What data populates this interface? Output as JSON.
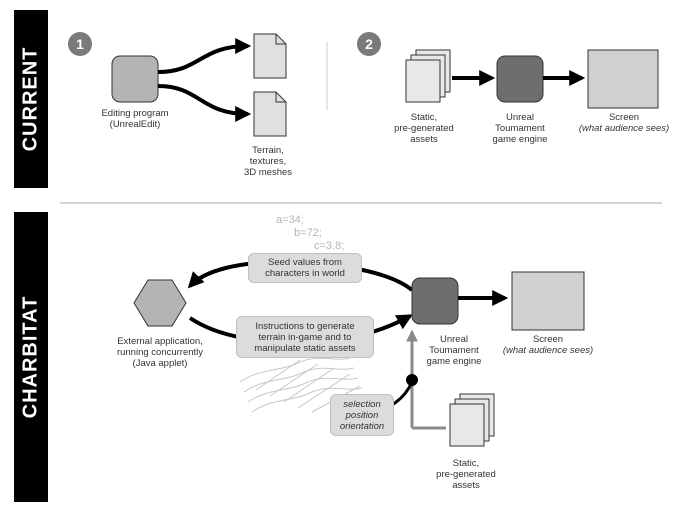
{
  "sections": {
    "current": "CURRENT",
    "charbitat": "CHARBITAT"
  },
  "steps": {
    "one": "1",
    "two": "2"
  },
  "current": {
    "editing_line1": "Editing program",
    "editing_line2": "(UnrealEdit)",
    "terrain_line1": "Terrain,",
    "terrain_line2": "textures,",
    "terrain_line3": "3D meshes",
    "static_line1": "Static,",
    "static_line2": "pre-generated",
    "static_line3": "assets",
    "engine_line1": "Unreal",
    "engine_line2": "Toumament",
    "engine_line3": "game engine",
    "screen_line1": "Screen",
    "screen_line2": "(what audience sees)"
  },
  "charbitat": {
    "seed_a": "a=34;",
    "seed_b": "b=72;",
    "seed_c": "c=3.8;",
    "seed_box_line1": "Seed values from",
    "seed_box_line2": "characters in world",
    "instr_line1": "Instructions to generate",
    "instr_line2": "terrain in-game and to",
    "instr_line3": "manipulate static assets",
    "ext_line1": "External application,",
    "ext_line2": "running concurrently",
    "ext_line3": "(Java applet)",
    "engine_line1": "Unreal",
    "engine_line2": "Toumament",
    "engine_line3": "game engine",
    "screen_line1": "Screen",
    "screen_line2": "(what audience sees)",
    "sel_line1": "selection",
    "sel_line2": "position",
    "sel_line3": "orientation",
    "static_line1": "Static,",
    "static_line2": "pre-generated",
    "static_line3": "assets"
  },
  "colors": {
    "band": "#000000",
    "box_light": "#b4b4b4",
    "box_dark": "#6e6e6e",
    "screen": "#d0d0d0",
    "arrow_grey": "#8a8a8a"
  }
}
